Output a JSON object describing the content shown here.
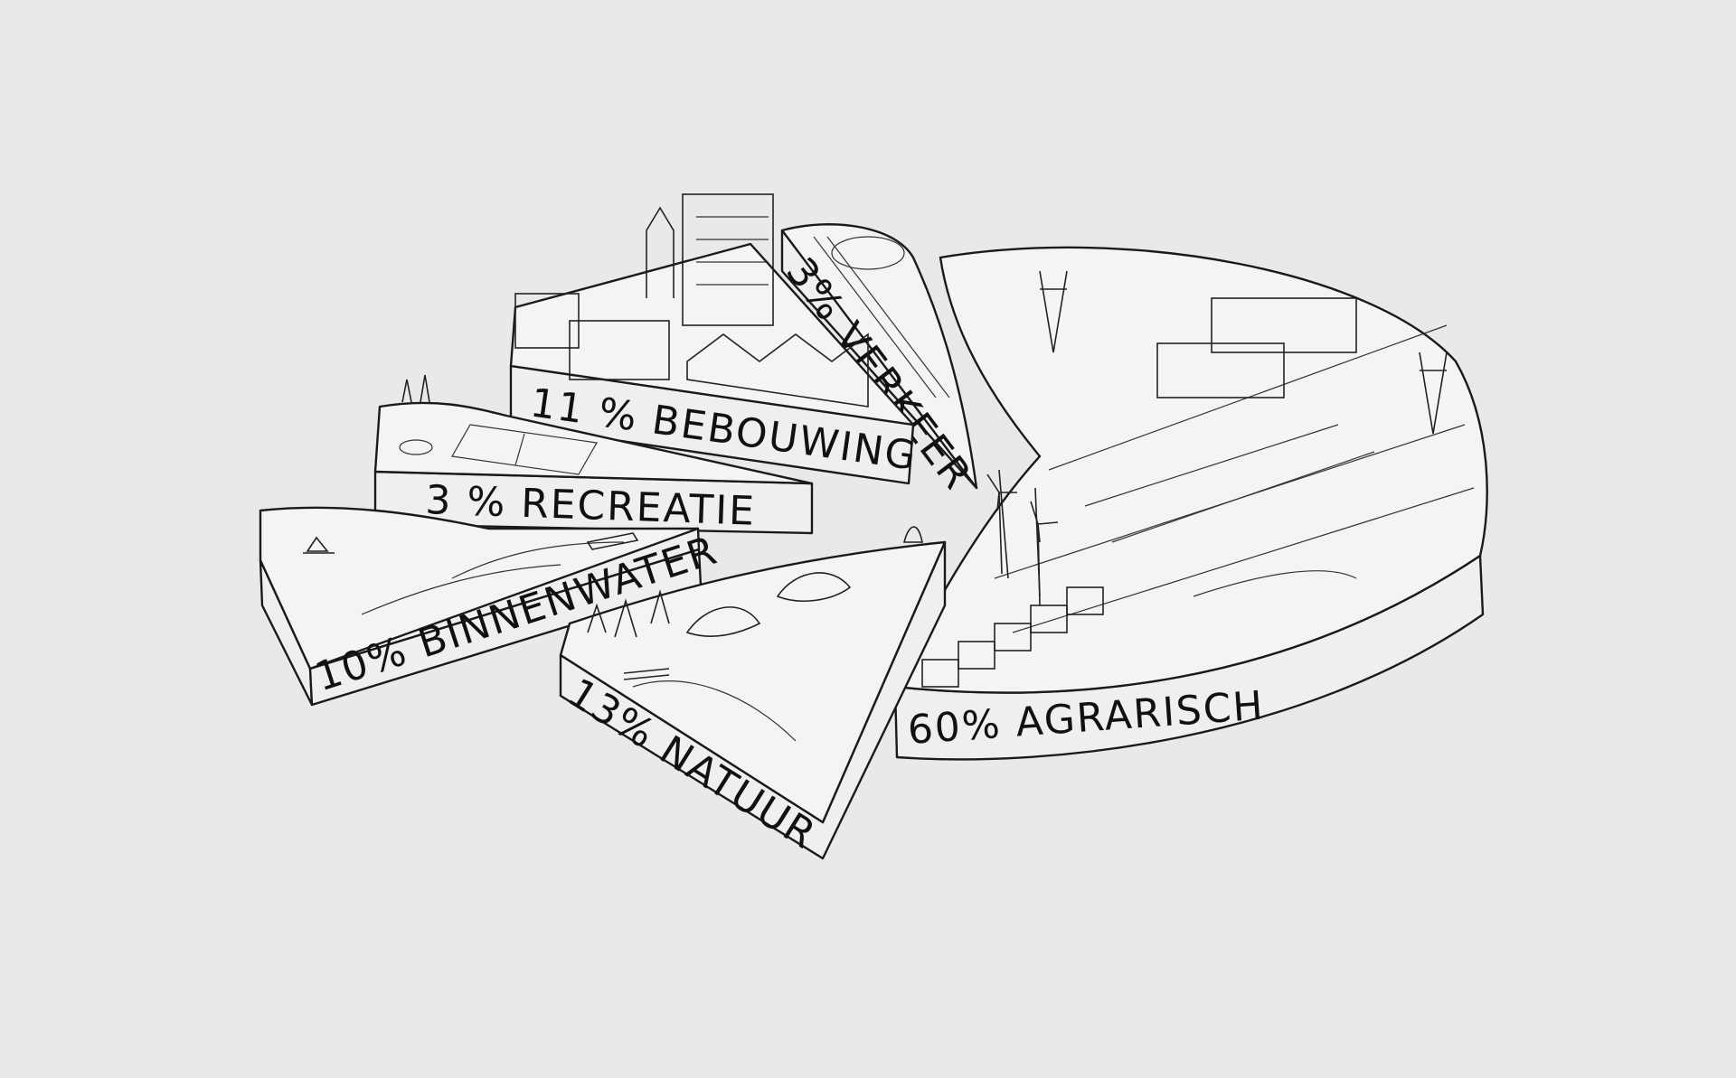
{
  "chart_data": {
    "type": "pie",
    "style": "3d exploded pie, hand-drawn illustration",
    "slices": [
      {
        "key": "agrarisch",
        "value": 60,
        "category": "AGRARISCH",
        "label": "60% AGRARISCH",
        "icon": "farmland-illustration"
      },
      {
        "key": "natuur",
        "value": 13,
        "category": "NATUUR",
        "label": "13% NATUUR",
        "icon": "forest-illustration"
      },
      {
        "key": "binnenwater",
        "value": 10,
        "category": "BINNENWATER",
        "label": "10% BINNENWATER",
        "icon": "water-sailboat-illustration"
      },
      {
        "key": "recreatie",
        "value": 3,
        "category": "RECREATIE",
        "label": "3 % RECREATIE",
        "icon": "sports-field-illustration"
      },
      {
        "key": "bebouwing",
        "value": 11,
        "category": "BEBOUWING",
        "label": "11 % BEBOUWING",
        "icon": "city-buildings-illustration"
      },
      {
        "key": "verkeer",
        "value": 3,
        "category": "VERKEER",
        "label": "3% VERKEER",
        "icon": "highway-interchange-illustration"
      }
    ]
  },
  "colors": {
    "background": "#e9e9e9",
    "ink": "#1a1a1a",
    "paper": "#f4f4f4"
  }
}
